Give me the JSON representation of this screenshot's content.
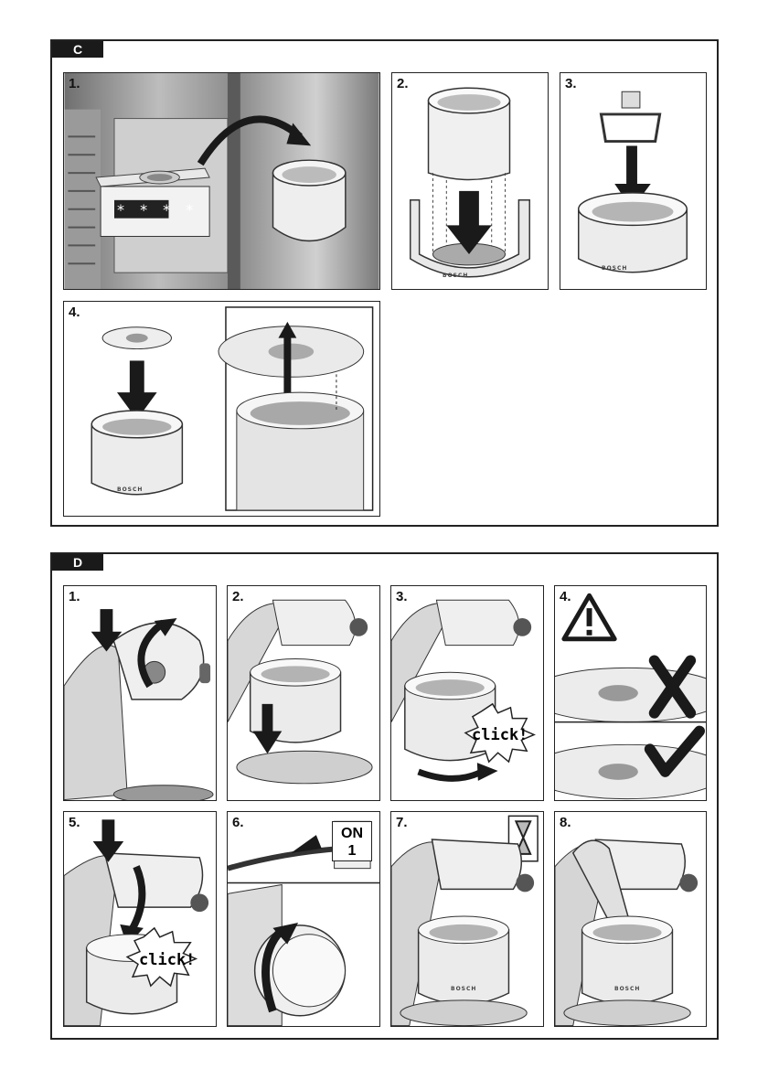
{
  "sections": {
    "c": {
      "label": "C",
      "steps": [
        "1.",
        "2.",
        "3.",
        "4."
      ],
      "freezer_stars": "* * * *",
      "brand": "BOSCH"
    },
    "d": {
      "label": "D",
      "steps": [
        "1.",
        "2.",
        "3.",
        "4.",
        "5.",
        "6.",
        "7.",
        "8."
      ],
      "click_label": "click!",
      "switch_on": "ON",
      "switch_speed": "1",
      "brand": "BOSCH"
    }
  },
  "icons": [
    "arrow-down-icon",
    "curved-arrow-icon",
    "warning-triangle-icon",
    "cross-icon",
    "checkmark-icon",
    "hourglass-icon",
    "click-burst-icon",
    "power-socket-icon"
  ],
  "colors": {
    "frame": "#222222",
    "tab": "#1a1a1a",
    "appliance": "#e6e6e6",
    "shade": "#b8b8b8",
    "arrow": "#1a1a1a"
  }
}
